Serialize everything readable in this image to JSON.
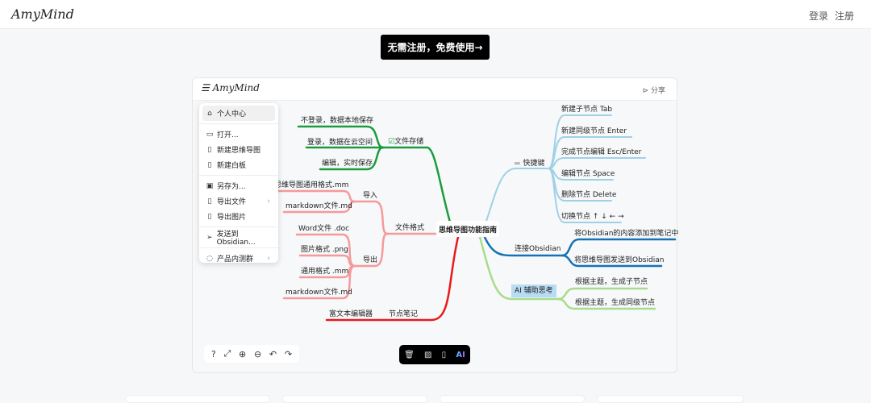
{
  "header": {
    "logo": "AmyMind",
    "login": "登录",
    "register": "注册"
  },
  "cta": "无需注册，免费使用→",
  "preview": {
    "logo": "AmyMind",
    "share": "分享",
    "menu": [
      {
        "icon": "home-icon",
        "label": "个人中心"
      },
      {
        "icon": "folder-open-icon",
        "label": "打开..."
      },
      {
        "icon": "file-icon",
        "label": "新建思维导图"
      },
      {
        "icon": "file-icon",
        "label": "新建白板"
      },
      {
        "icon": "save-icon",
        "label": "另存为..."
      },
      {
        "icon": "file-icon",
        "label": "导出文件"
      },
      {
        "icon": "image-file-icon",
        "label": "导出图片"
      },
      {
        "icon": "send-icon",
        "label": "发送到Obsidian..."
      },
      {
        "icon": "chat-icon",
        "label": "产品内测群"
      }
    ],
    "mindmap": {
      "root": "思维导图功能指南",
      "storage": {
        "label": "文件存储",
        "children": [
          "不登录，数据本地保存",
          "登录，数据在云空间",
          "编辑，实时保存"
        ]
      },
      "formats": {
        "label": "文件格式",
        "import": {
          "label": "导入",
          "children": [
            "思维导图通用格式.mm",
            "markdown文件.md"
          ]
        },
        "export": {
          "label": "导出",
          "children": [
            "Word文件 .doc",
            "图片格式 .png",
            "通用格式 .mm",
            "markdown文件.md"
          ]
        }
      },
      "notes": {
        "label": "节点笔记",
        "children": [
          "富文本编辑器"
        ]
      },
      "shortcuts": {
        "label": "快捷键",
        "children": [
          "新建子节点 Tab",
          "新建同级节点 Enter",
          "完成节点编辑 Esc/Enter",
          "编辑节点 Space",
          "删除节点 Delete",
          "切换节点 ↑ ↓ ← →"
        ]
      },
      "obsidian": {
        "label": "连接Obsidian",
        "children": [
          "将Obsidian的内容添加到笔记中",
          "将思维导图发送到Obsidian"
        ]
      },
      "ai": {
        "label": "AI 辅助思考",
        "children": [
          "根据主题，生成子节点",
          "根据主题，生成同级节点"
        ]
      }
    },
    "toolbar": [
      "help-icon",
      "fit-screen-icon",
      "zoom-in-icon",
      "zoom-out-icon",
      "undo-icon",
      "redo-icon"
    ],
    "node_toolbar": {
      "ai": "AI"
    }
  },
  "colors": {
    "storage": "#1a9c3e",
    "formats": "#f59a9a",
    "notes": "#e8191b",
    "shortcuts": "#9fd0e6",
    "obsidian": "#1672b5",
    "ai": "#a8dc8c"
  }
}
